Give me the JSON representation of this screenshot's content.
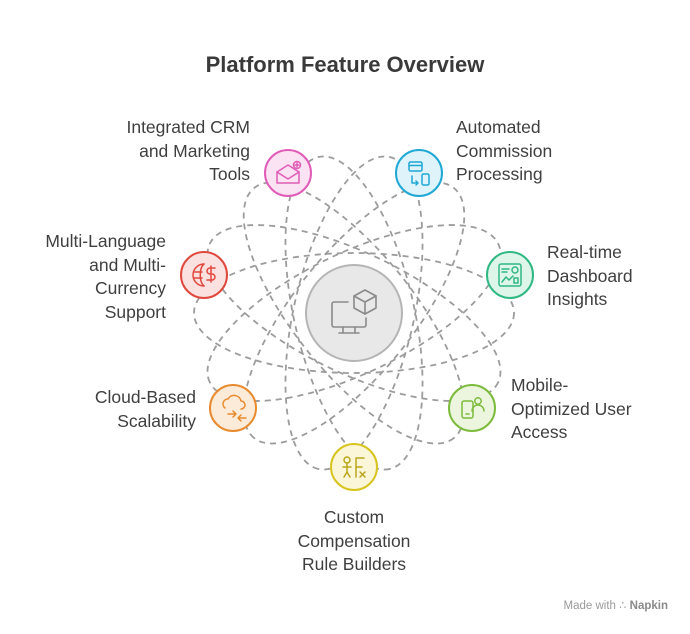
{
  "title": "Platform Feature Overview",
  "features": [
    {
      "id": "crm",
      "lines": [
        "Integrated CRM",
        "and Marketing",
        "Tools"
      ],
      "color": "#e05cb8",
      "fill": "#fbe3f3",
      "icon": "mail-people-icon"
    },
    {
      "id": "commission",
      "lines": [
        "Automated",
        "Commission",
        "Processing"
      ],
      "color": "#1fa8d6",
      "fill": "#dff3fb",
      "icon": "payment-transfer-icon"
    },
    {
      "id": "dashboard",
      "lines": [
        "Real-time",
        "Dashboard",
        "Insights"
      ],
      "color": "#2fb882",
      "fill": "#def5ea",
      "icon": "dashboard-chart-icon"
    },
    {
      "id": "mobile",
      "lines": [
        "Mobile-",
        "Optimized User",
        "Access"
      ],
      "color": "#7dbb3c",
      "fill": "#ecf6df",
      "icon": "mobile-user-icon"
    },
    {
      "id": "rules",
      "lines": [
        "Custom",
        "Compensation",
        "Rule Builders"
      ],
      "color": "#d8c41e",
      "fill": "#fbf6d8",
      "icon": "rule-builder-icon"
    },
    {
      "id": "cloud",
      "lines": [
        "Cloud-Based",
        "Scalability"
      ],
      "color": "#e88a2e",
      "fill": "#fdebd9",
      "icon": "cloud-scale-icon"
    },
    {
      "id": "language",
      "lines": [
        "Multi-Language",
        "and Multi-",
        "Currency",
        "Support"
      ],
      "color": "#e0483e",
      "fill": "#fbe1df",
      "icon": "globe-currency-icon"
    }
  ],
  "center_icon": "computer-box-icon",
  "credit": {
    "prefix": "Made with",
    "brand": "Napkin"
  }
}
